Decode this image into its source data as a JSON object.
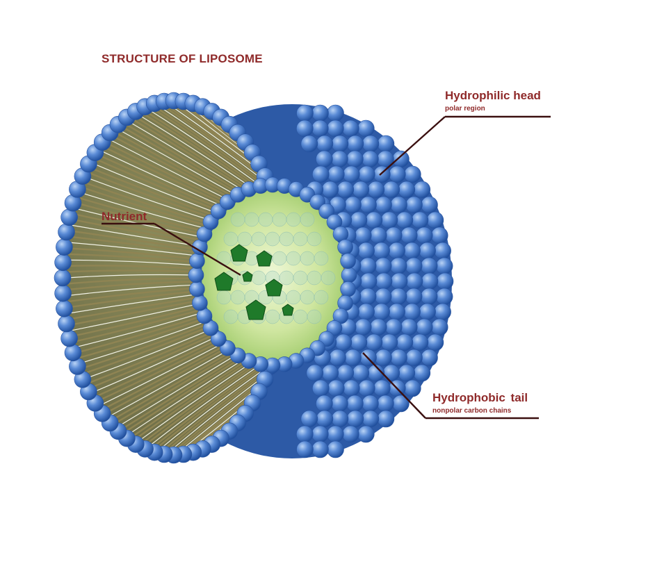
{
  "diagram": {
    "title": "STRUCTURE OF LIPOSOME",
    "labels": {
      "hydrophilic_head": {
        "title": "Hydrophilic head",
        "subtitle": "polar region"
      },
      "nutrient": {
        "title": "Nutrient"
      },
      "hydrophobic_tail": {
        "title": "Hydrophobic  tail",
        "subtitle": "nonpolar carbon chains"
      }
    },
    "colors": {
      "label_text": "#8f2a2a",
      "leader_line": "#3a0f0f",
      "head_sphere": "#4f80cf",
      "tail_chain": "#8f8453",
      "core_fluid": "#cfe6a0",
      "nutrient_particle": "#1f7a2a"
    }
  }
}
